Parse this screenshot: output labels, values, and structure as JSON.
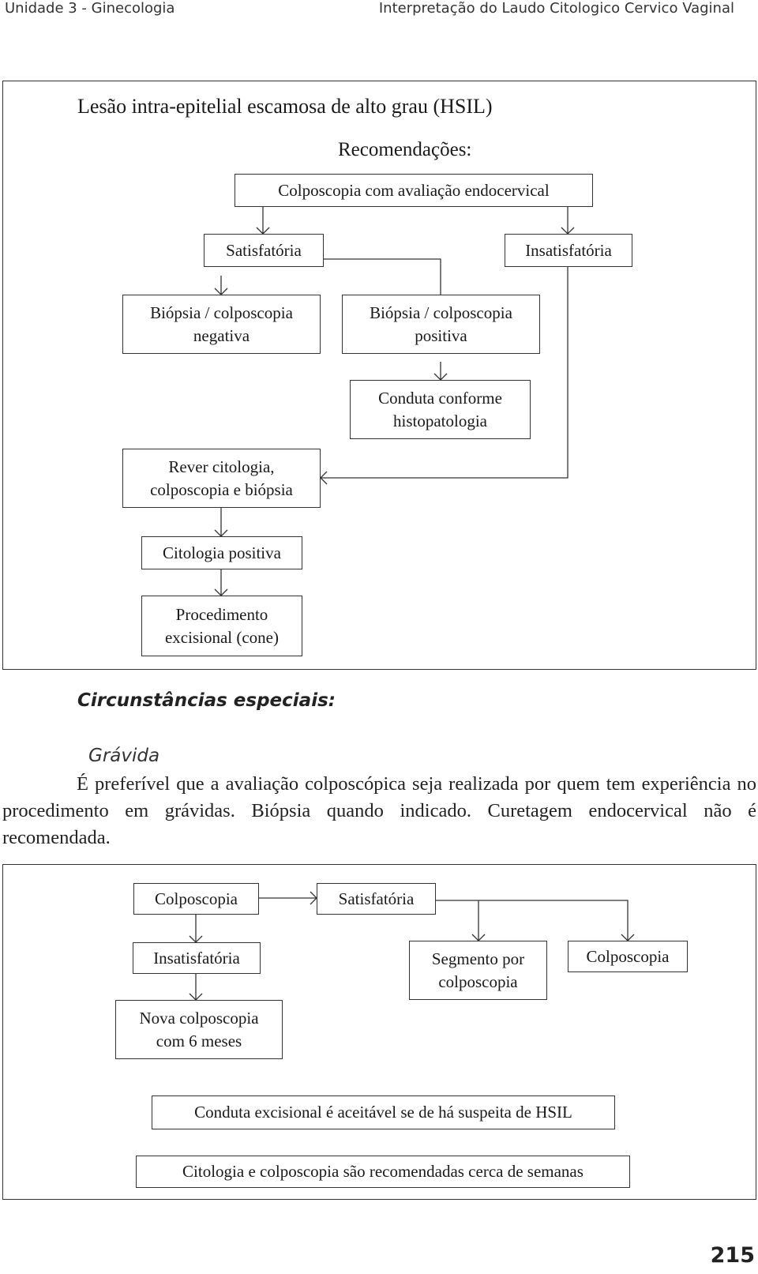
{
  "header": {
    "left": "Unidade 3 - Ginecologia",
    "right": "Interpretação do Laudo Citologico Cervico Vaginal"
  },
  "flowchart1": {
    "title": "Lesão intra-epitelial escamosa de alto grau (HSIL)",
    "recommendations": "Recomendações:",
    "colposcopy": "Colposcopia com avaliação endocervical",
    "satisfactory": "Satisfatória",
    "unsatisfactory": "Insatisfatória",
    "biopsy_negative": [
      "Biópsia / colposcopia",
      "negativa"
    ],
    "biopsy_positive": [
      "Biópsia / colposcopia",
      "positiva"
    ],
    "conduct_histo": [
      "Conduta conforme",
      "histopatologia"
    ],
    "review": [
      "Rever citologia,",
      "colposcopia e biópsia"
    ],
    "cytology_positive": "Citologia positiva",
    "excisional": [
      "Procedimento",
      "excisional (cone)"
    ]
  },
  "special": {
    "heading": "Circunstâncias especiais:",
    "subheading": "Grávida",
    "paragraph": "É preferível que a avaliação colposcópica seja realizada por quem tem experiência no procedimento em grávidas. Biópsia quando indicado. Curetagem endocervical não é recomendada."
  },
  "flowchart2": {
    "colposcopy": "Colposcopia",
    "satisfactory": "Satisfatória",
    "unsatisfactory": "Insatisfatória",
    "segment": [
      "Segmento por",
      "colposcopia"
    ],
    "colposcopy_right": "Colposcopia",
    "new_colposcopy": [
      "Nova colposcopia",
      "com 6 meses"
    ],
    "excisional_conduct": "Conduta excisional é aceitável se de há suspeita de HSIL",
    "cytology_recommended": "Citologia e colposcopia são recomendadas cerca de semanas"
  },
  "page_number": "215"
}
